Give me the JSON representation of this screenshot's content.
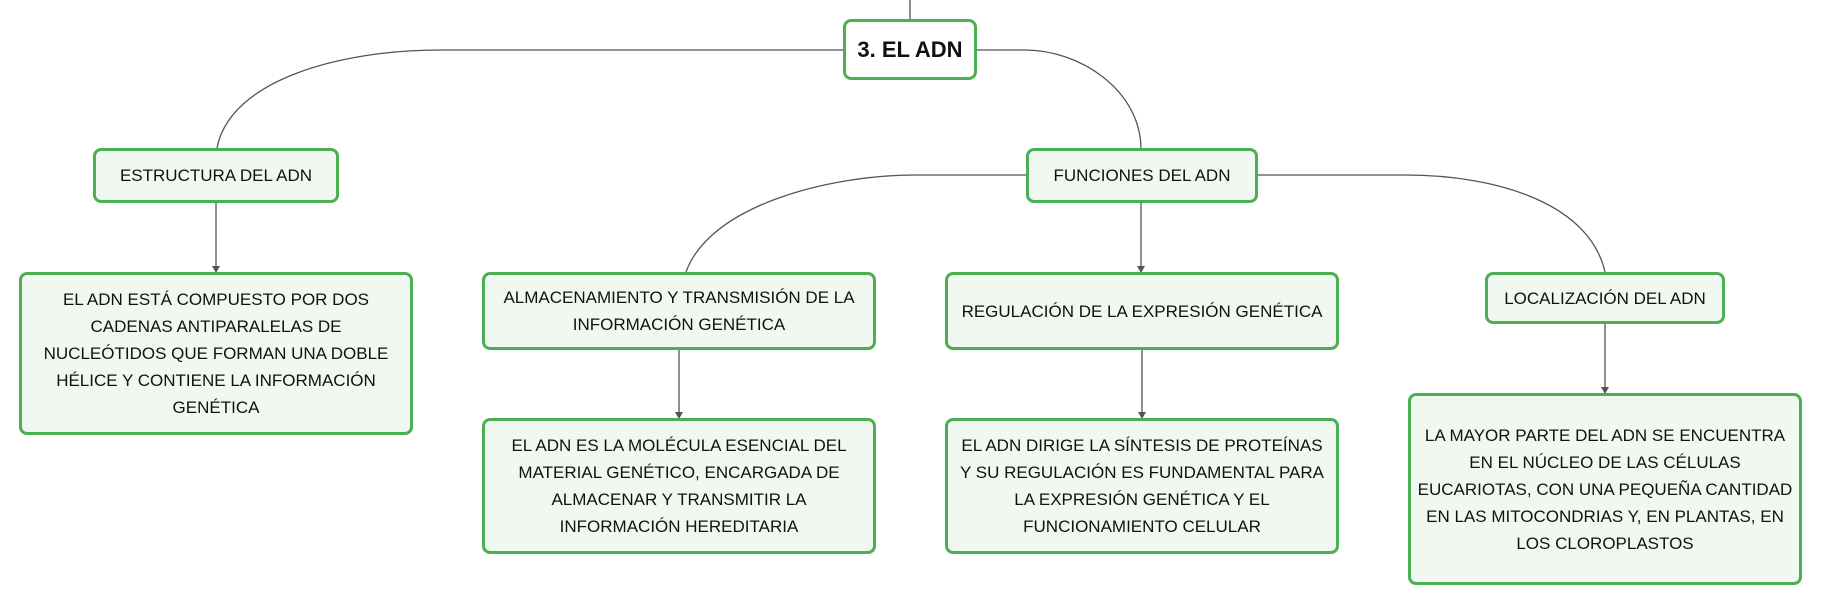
{
  "root": {
    "label": "3. EL ADN"
  },
  "structure": {
    "label": "ESTRUCTURA DEL ADN",
    "detail": "EL ADN ESTÁ COMPUESTO POR DOS CADENAS ANTIPARALELAS DE NUCLEÓTIDOS QUE FORMAN UNA DOBLE HÉLICE Y CONTIENE LA INFORMACIÓN GENÉTICA"
  },
  "functions": {
    "label": "FUNCIONES DEL ADN",
    "storage": {
      "label": "ALMACENAMIENTO Y TRANSMISIÓN DE LA INFORMACIÓN GENÉTICA",
      "detail": "EL ADN ES LA MOLÉCULA ESENCIAL DEL MATERIAL GENÉTICO, ENCARGADA DE ALMACENAR Y TRANSMITIR LA INFORMACIÓN HEREDITARIA"
    },
    "regulation": {
      "label": "REGULACIÓN DE LA EXPRESIÓN GENÉTICA",
      "detail": "EL ADN DIRIGE LA SÍNTESIS DE PROTEÍNAS Y SU REGULACIÓN ES FUNDAMENTAL PARA LA EXPRESIÓN GENÉTICA Y EL FUNCIONAMIENTO CELULAR"
    },
    "location": {
      "label": "LOCALIZACIÓN DEL ADN",
      "detail": "LA MAYOR PARTE DEL ADN SE ENCUENTRA EN EL NÚCLEO DE LAS CÉLULAS EUCARIOTAS, CON UNA PEQUEÑA CANTIDAD EN LAS MITOCONDRIAS Y, EN PLANTAS, EN LOS CLOROPLASTOS"
    }
  },
  "colors": {
    "node_border": "#4caf50",
    "node_fill": "#f1f8f1",
    "connector": "#555555"
  }
}
